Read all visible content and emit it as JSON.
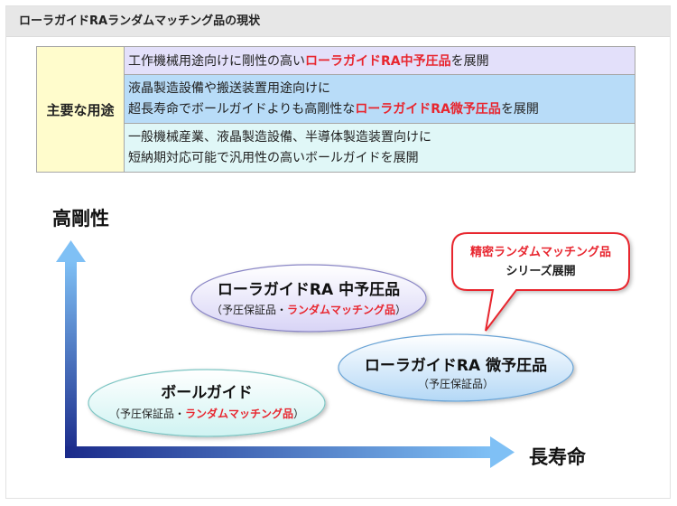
{
  "page_title": "ローラガイドRAランダムマッチング品の現状",
  "usage": {
    "header": "主要な用途",
    "rows": [
      {
        "lines": [
          [
            {
              "t": "工作機械用途向けに剛性の高い",
              "hl": false
            },
            {
              "t": "ローラガイドRA中予圧品",
              "hl": true
            },
            {
              "t": "を展開",
              "hl": false
            }
          ]
        ]
      },
      {
        "lines": [
          [
            {
              "t": "液晶製造設備や搬送装置用途向けに",
              "hl": false
            }
          ],
          [
            {
              "t": "超長寿命でボールガイドよりも高剛性な",
              "hl": false
            },
            {
              "t": "ローラガイドRA微予圧品",
              "hl": true
            },
            {
              "t": "を展開",
              "hl": false
            }
          ]
        ]
      },
      {
        "lines": [
          [
            {
              "t": "一般機械産業、液晶製造設備、半導体製造装置向けに",
              "hl": false
            }
          ],
          [
            {
              "t": "短納期対応可能で汎用性の高いボールガイドを展開",
              "hl": false
            }
          ]
        ]
      }
    ]
  },
  "diagram": {
    "y_axis_label": "高剛性",
    "x_axis_label": "長寿命",
    "products": {
      "ra_medium": {
        "title": "ローラガイドRA 中予圧品",
        "sub_pre": "（予圧保証品・",
        "sub_hl": "ランダムマッチング品",
        "sub_post": "）"
      },
      "ra_light": {
        "title": "ローラガイドRA 微予圧品",
        "sub": "（予圧保証品）"
      },
      "ball_guide": {
        "title": "ボールガイド",
        "sub_pre": "（予圧保証品・",
        "sub_hl": "ランダムマッチング品",
        "sub_post": "）"
      }
    },
    "callout": {
      "title": "精密ランダムマッチング品",
      "sub": "シリーズ展開"
    }
  },
  "colors": {
    "highlight": "#e8262f",
    "axis_light": "#6fb3f0",
    "axis_dark": "#1a2a8a"
  }
}
